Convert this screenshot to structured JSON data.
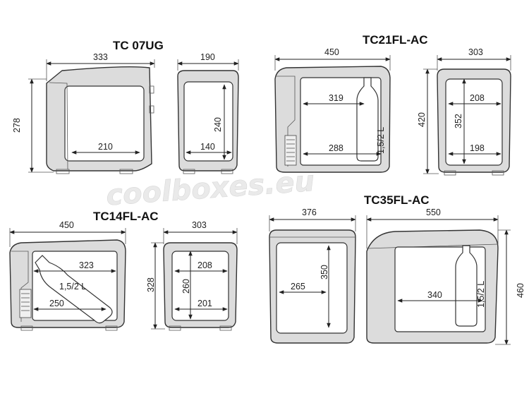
{
  "watermark": "coolboxes.eu",
  "models": {
    "tc07ug": {
      "title": "TC 07UG",
      "width": "333",
      "depth": "190",
      "height": "278",
      "inner_height": "240",
      "inner_width_front": "210",
      "inner_width_side": "140"
    },
    "tc21": {
      "title": "TC21FL-AC",
      "width": "450",
      "depth": "303",
      "height": "420",
      "inner_height": "352",
      "inner_top": "319",
      "inner_bottom": "288",
      "inner_side_top": "208",
      "inner_side_bottom": "198",
      "bottle": "1,5/2 L"
    },
    "tc14": {
      "title": "TC14FL-AC",
      "width": "450",
      "depth": "303",
      "height": "328",
      "inner_height": "260",
      "inner_top": "323",
      "inner_bottom": "250",
      "inner_side_top": "208",
      "inner_side_bottom": "201",
      "bottle": "1,5/2 L"
    },
    "tc35": {
      "title": "TC35FL-AC",
      "width_front": "376",
      "width_side": "550",
      "height": "460",
      "inner_height": "350",
      "inner_front": "265",
      "inner_side": "340",
      "bottle": "1,5/2 L"
    }
  }
}
